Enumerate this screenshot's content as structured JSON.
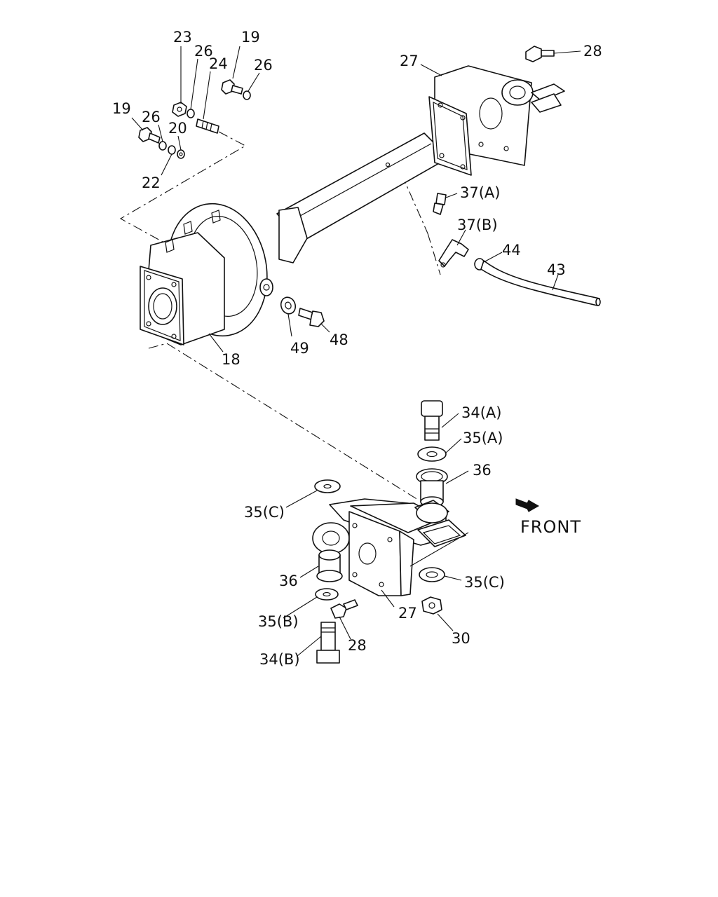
{
  "diagram": {
    "callouts": {
      "c23": "23",
      "c26a": "26",
      "c24": "24",
      "c19a": "19",
      "c26b": "26",
      "c19b": "19",
      "c26c": "26",
      "c20": "20",
      "c22": "22",
      "c27a": "27",
      "c28a": "28",
      "c37a": "37(A)",
      "c37b": "37(B)",
      "c44": "44",
      "c43": "43",
      "c18": "18",
      "c49": "49",
      "c48": "48",
      "c34a": "34(A)",
      "c35a": "35(A)",
      "c36a": "36",
      "c35c1": "35(C)",
      "c36b": "36",
      "c35b": "35(B)",
      "c34b": "34(B)",
      "c28b": "28",
      "c27b": "27",
      "c35c2": "35(C)",
      "c30": "30"
    },
    "front_label": "FRONT"
  }
}
